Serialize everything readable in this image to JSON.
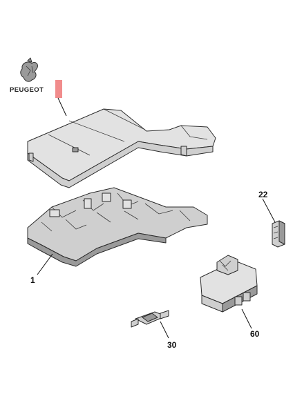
{
  "brand": {
    "logo_text": "PEUGEOT",
    "logo_icon": "peugeot-lion-logo",
    "highlight_color": "#f08080"
  },
  "callouts": {
    "part_1": "1",
    "part_22": "22",
    "part_30": "30",
    "part_60": "60"
  },
  "colors": {
    "part_fill": "#cfcfcf",
    "outline": "#2a2a2a"
  }
}
